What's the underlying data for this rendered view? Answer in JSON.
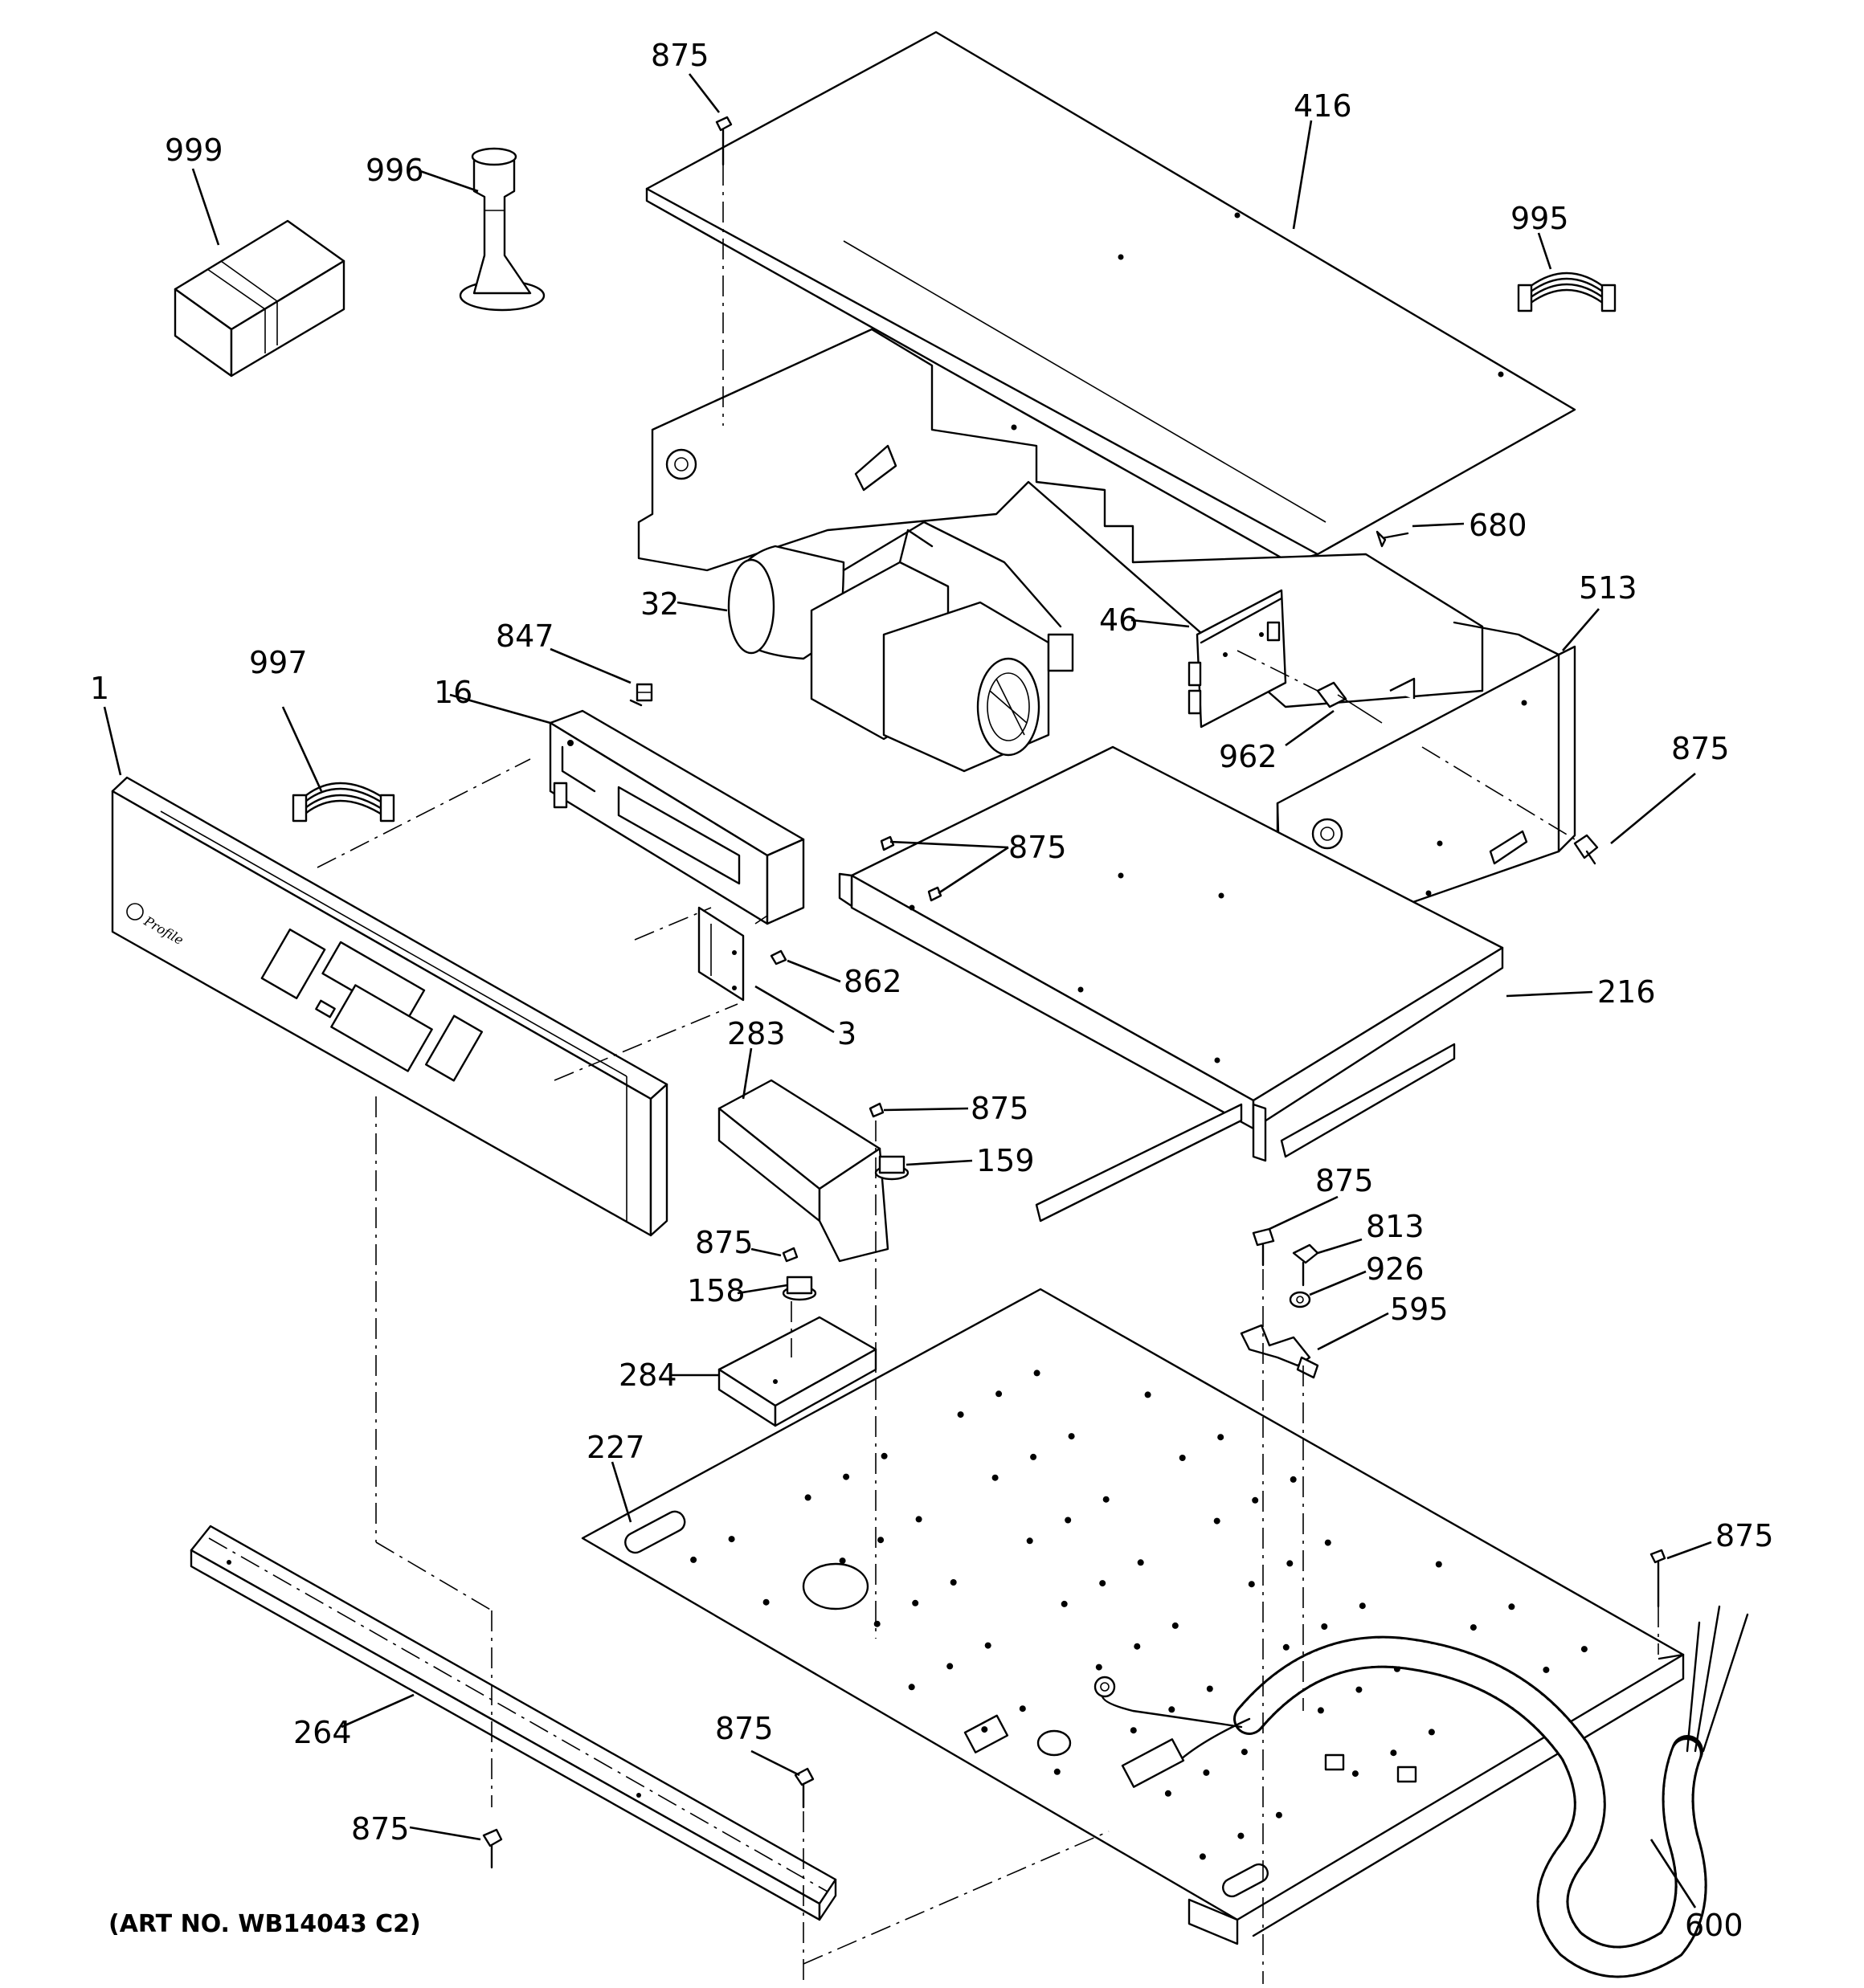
{
  "diagram": {
    "art_number": "(ART NO. WB14043 C2)",
    "panel_logo_text": "Profile",
    "callouts": {
      "c_875": "875",
      "c_416": "416",
      "c_999": "999",
      "c_996": "996",
      "c_995": "995",
      "c_680": "680",
      "c_32": "32",
      "c_513": "513",
      "c_46": "46",
      "c_847": "847",
      "c_16": "16",
      "c_997": "997",
      "c_1": "1",
      "c_962": "962",
      "c_862": "862",
      "c_216": "216",
      "c_3": "3",
      "c_283": "283",
      "c_159": "159",
      "c_813": "813",
      "c_926": "926",
      "c_158": "158",
      "c_595": "595",
      "c_284": "284",
      "c_227": "227",
      "c_264": "264",
      "c_600": "600"
    }
  }
}
